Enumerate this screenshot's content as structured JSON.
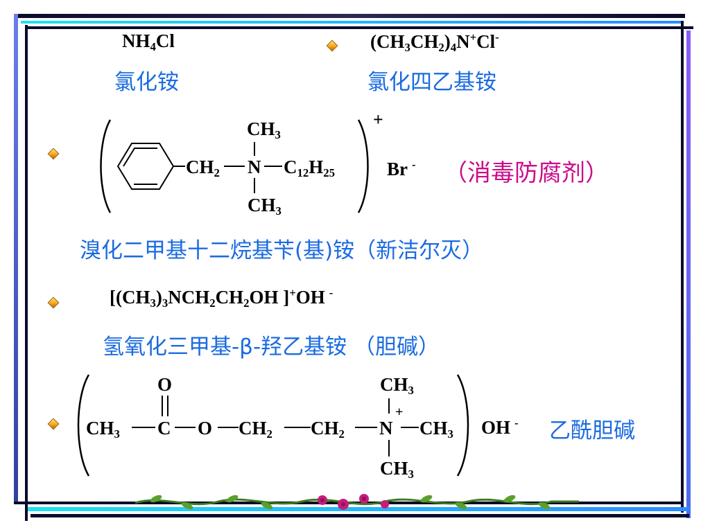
{
  "compounds": {
    "c1": {
      "formula_main": "NH",
      "formula_sub": "4",
      "formula_tail": "Cl",
      "name": "氯化铵"
    },
    "c2": {
      "f_a": "(CH",
      "f_a_sub": "3",
      "f_b": "CH",
      "f_b_sub": "2",
      "f_c": ")",
      "f_c_sub": "4",
      "f_d": "N",
      "f_d_sup": "+",
      "f_e": "Cl",
      "f_e_sup": "-",
      "name": "氯化四乙基铵"
    },
    "c3": {
      "top_group": "CH",
      "top_sub": "3",
      "ch2": "CH",
      "ch2_sub": "2",
      "n": "N",
      "chain": "C",
      "chain_sub1": "12",
      "chain_h": "H",
      "chain_sub2": "25",
      "bottom_group": "CH",
      "bottom_sub": "3",
      "charge": "+",
      "anion": "Br",
      "anion_charge": "-",
      "use": "（消毒防腐剂）",
      "name": "溴化二甲基十二烷基苄(基)铵（新洁尔灭）"
    },
    "c4": {
      "f_open": "[(CH",
      "f_sub1": "3",
      "f_mid": ")",
      "f_sub2": "3",
      "f_ncH": "NCH",
      "f_sub3": "2",
      "f_ch": "CH",
      "f_sub4": "2",
      "f_oh": "OH ]",
      "f_sup": "+",
      "f_anion": "OH",
      "f_anion_charge": "-",
      "name": "氢氧化三甲基-β-羟乙基铵 （胆碱）"
    },
    "c5": {
      "o": "O",
      "ch3a": "CH",
      "ch3a_sub": "3",
      "c": "C",
      "o2": "O",
      "ch2a": "CH",
      "ch2a_sub": "2",
      "ch2b": "CH",
      "ch2b_sub": "2",
      "n": "N",
      "n_charge": "+",
      "ch3_top": "CH",
      "ch3_top_sub": "3",
      "ch3_right": "CH",
      "ch3_right_sub": "3",
      "ch3_bottom": "CH",
      "ch3_bottom_sub": "3",
      "anion": "OH",
      "anion_charge": "-",
      "name": "乙酰胆碱"
    }
  },
  "colors": {
    "blue_text": "#1a6be0",
    "pink_text": "#cc0a8c",
    "frame_dark": "#0a0a2a",
    "frame_cyan": "#22d0e0",
    "frame_purple": "#7a5cf0"
  }
}
